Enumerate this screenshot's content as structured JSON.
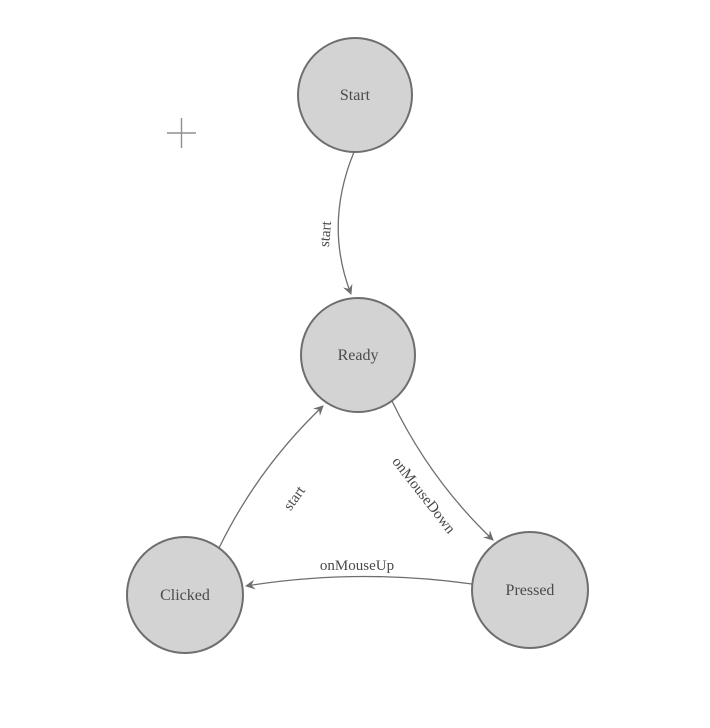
{
  "diagram": {
    "type": "state-machine-graph",
    "nodes": [
      {
        "id": "Start",
        "label": "Start"
      },
      {
        "id": "Ready",
        "label": "Ready"
      },
      {
        "id": "Clicked",
        "label": "Clicked"
      },
      {
        "id": "Pressed",
        "label": "Pressed"
      }
    ],
    "edges": [
      {
        "from": "Start",
        "to": "Ready",
        "label": "start"
      },
      {
        "from": "Ready",
        "to": "Pressed",
        "label": "onMouseDown"
      },
      {
        "from": "Pressed",
        "to": "Clicked",
        "label": "onMouseUp"
      },
      {
        "from": "Clicked",
        "to": "Ready",
        "label": "start"
      }
    ],
    "colors": {
      "background": "#ffffff",
      "node_fill": "#d3d3d3",
      "node_stroke": "#6e6e6e",
      "edge_stroke": "#6e6e6e",
      "label_text": "#4a4a4a",
      "crosshair": "#8f8f8f"
    }
  }
}
